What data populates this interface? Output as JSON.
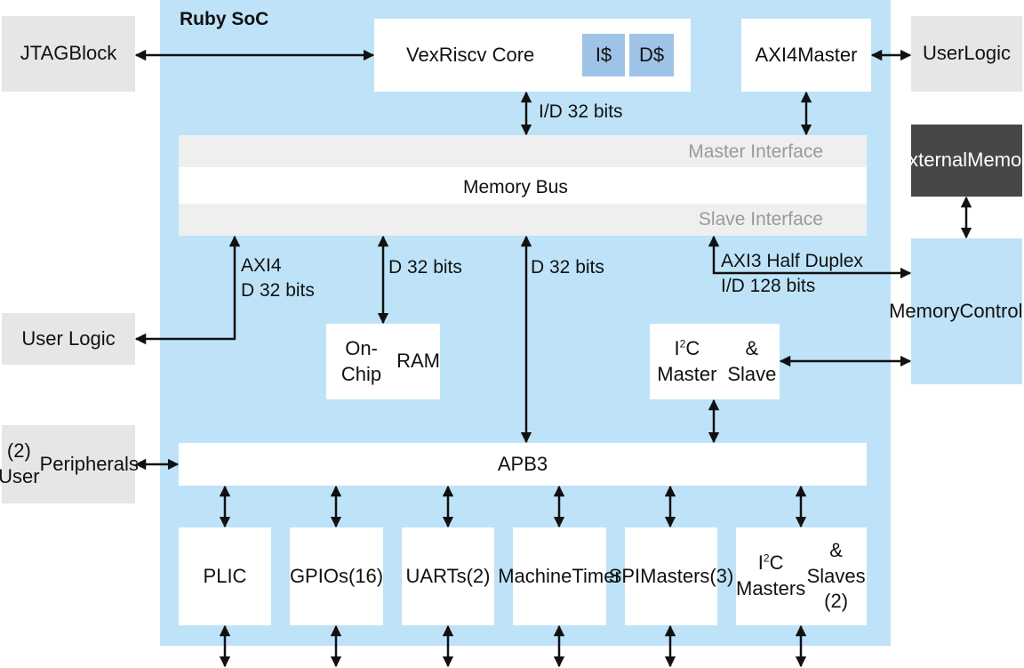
{
  "soc": {
    "title": "Ruby SoC"
  },
  "external": {
    "jtag": [
      "JTAG",
      "Block"
    ],
    "user_logic_top": [
      "User",
      "Logic"
    ],
    "external_memory": [
      "External",
      "Memory"
    ],
    "memory_controller": [
      "Memory",
      "Controller"
    ],
    "user_logic_left": "User Logic",
    "user_peripherals": [
      "(2) User",
      "Peripherals"
    ]
  },
  "core": {
    "label": "VexRiscv Core",
    "icache": "I$",
    "dcache": "D$"
  },
  "axi4_master": [
    "AXI4",
    "Master"
  ],
  "memory_bus": {
    "label": "Memory Bus",
    "master_interface": "Master Interface",
    "slave_interface": "Slave Interface"
  },
  "links": {
    "core_bus": "I/D 32 bits",
    "user_axi": [
      "AXI4",
      "D 32 bits"
    ],
    "ram": "D 32 bits",
    "apb": "D 32 bits",
    "ddr": [
      "AXI3 Half Duplex",
      "I/D 128 bits"
    ]
  },
  "on_chip_ram": [
    "On-Chip",
    "RAM"
  ],
  "i2c_master_slave": {
    "pre": "I",
    "sup": "2",
    "post": "C Master",
    "line2": "& Slave"
  },
  "apb3": "APB3",
  "peripherals": {
    "plic": "PLIC",
    "gpios": [
      "GPIOs",
      "(16)"
    ],
    "uarts": [
      "UARTs",
      "(2)"
    ],
    "timer": [
      "Machine",
      "Timer"
    ],
    "spi": [
      "SPI",
      "Masters",
      "(3)"
    ],
    "i2c": {
      "pre": "I",
      "sup": "2",
      "post": "C Masters",
      "line2": "& Slaves (2)"
    }
  }
}
